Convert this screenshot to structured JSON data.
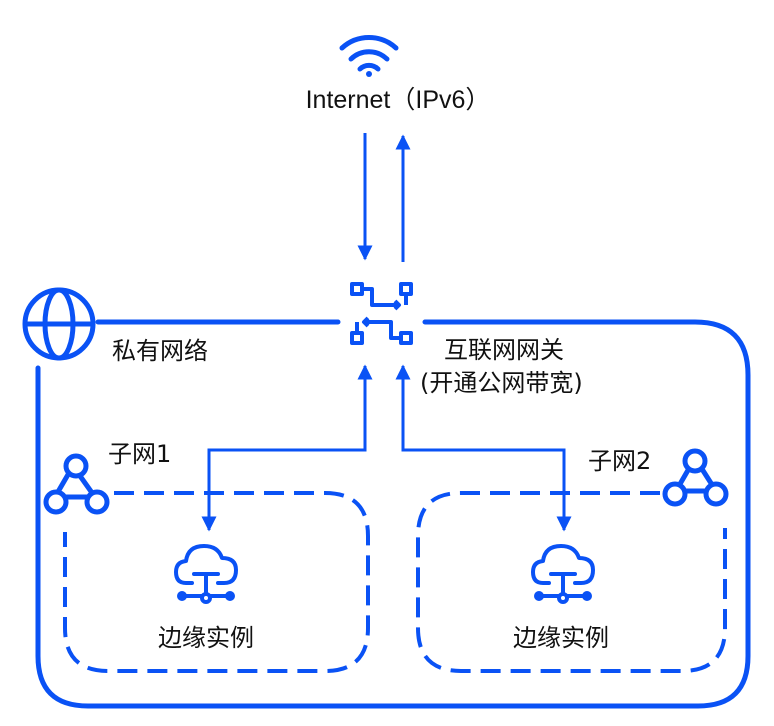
{
  "internet_label": "Internet（IPv6）",
  "vpc_label": "私有网络",
  "gateway_label_line1": "互联网网关",
  "gateway_label_line2": "(开通公网带宽)",
  "subnet1_label": "子网1",
  "subnet2_label": "子网2",
  "instance1_label": "边缘实例",
  "instance2_label": "边缘实例",
  "colors": {
    "primary": "#0a52f5",
    "text": "#111111",
    "background": "#ffffff"
  },
  "icons": {
    "internet": "wifi-icon",
    "vpc": "globe-icon",
    "gateway": "gateway-switch-icon",
    "subnet": "subnet-triangle-icon",
    "instance": "cloud-server-icon"
  }
}
